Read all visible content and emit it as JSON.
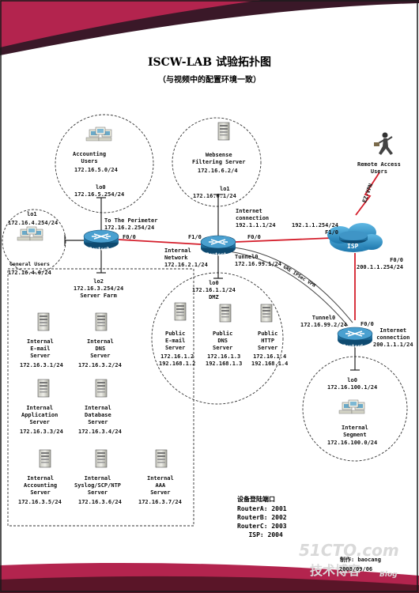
{
  "title": "ISCW-LAB 试验拓扑图",
  "subtitle": "（与视频中的配置环境一致）",
  "nodes": {
    "routerA": "RouterA",
    "routerB": "RouterB",
    "routerC": "RouterC",
    "isp": "ISP"
  },
  "accounting": {
    "name": "Accounting\nUsers",
    "net": "172.16.5.0/24",
    "lo0": "lo0",
    "lo0_ip": "172.16.5.254/24"
  },
  "websense": {
    "name": "Websense\nFiltering Server",
    "ip": "172.16.6.2/4",
    "lo1": "lo1",
    "lo1_ip": "172.16.6.1/24"
  },
  "remote": {
    "name": "Remote Access\nUsers",
    "link": "EZ-VPN"
  },
  "general": {
    "name": "General Users",
    "net": "172.16.4.0/24",
    "lo1": "lo1",
    "lo1_ip": "172.16.4.254/24"
  },
  "links": {
    "perimeter": "To The Perimeter\n172.16.2.254/24",
    "b_f00": "F0/0",
    "a_f10": "F1/0",
    "a_internal": "Internal\nNetwork\n172.16.2.1/24",
    "a_internet": "Internet\nconnection\n192.1.1.1/24",
    "a_f00": "F0/0",
    "isp_left": "192.1.1.254/24\nF1/0",
    "isp_f00": "F0/0\n200.1.1.254/24",
    "tunnel_a": "Tunnel0\n172.16.99.1/24",
    "gre": "GRE IPSec VPN",
    "tunnel_c": "Tunnel0\n172.16.99.2/24",
    "c_f00": "F0/0",
    "c_internet": "Internet\nconnection\n200.1.1.1/24",
    "b_lo2": "lo2\n172.16.3.254/24\nServer Farm",
    "a_lo0": "lo0\n172.16.1.1/24\nDMZ",
    "c_lo0": "lo0\n172.16.100.1/24"
  },
  "dmz_servers": [
    {
      "name": "Public\nE-mail\nServer",
      "ip": "172.16.1.2\n192.168.1.2"
    },
    {
      "name": "Public\nDNS\nServer",
      "ip": "172.16.1.3\n192.168.1.3"
    },
    {
      "name": "Public\nHTTP\nServer",
      "ip": "172.16.1.4\n192.168.1.4"
    }
  ],
  "farm_servers": [
    {
      "name": "Internal\nE-mail\nServer",
      "ip": "172.16.3.1/24"
    },
    {
      "name": "Internal\nDNS\nServer",
      "ip": "172.16.3.2/24"
    },
    {
      "name": "Internal\nApplication\nServer",
      "ip": "172.16.3.3/24"
    },
    {
      "name": "Internal\nDatabase\nServer",
      "ip": "172.16.3.4/24"
    },
    {
      "name": "Internal\nAccounting\nServer",
      "ip": "172.16.3.5/24"
    },
    {
      "name": "Internal\nSyslog/SCP/NTP\nServer",
      "ip": "172.16.3.6/24"
    },
    {
      "name": "Internal\nAAA\nServer",
      "ip": "172.16.3.7/24"
    }
  ],
  "segment": {
    "name": "Internal\nSegment",
    "net": "172.16.100.0/24"
  },
  "ports": {
    "title": "设备登陆端口",
    "rows": [
      "RouterA: 2001",
      "RouterB: 2002",
      "RouterC: 2003",
      "   ISP: 2004"
    ]
  },
  "footer": {
    "author": "制作: baocang",
    "date": "2008/09/06"
  },
  "watermark": {
    "site": "51CTO.com",
    "tagline": "技术博客",
    "blog": "Blog"
  },
  "colors": {
    "link_red": "#d41e2b",
    "router": "#1f6f9e",
    "cloud": "#2a8fc0",
    "banner": "#b3244e",
    "frame": "#1a1a1a"
  }
}
